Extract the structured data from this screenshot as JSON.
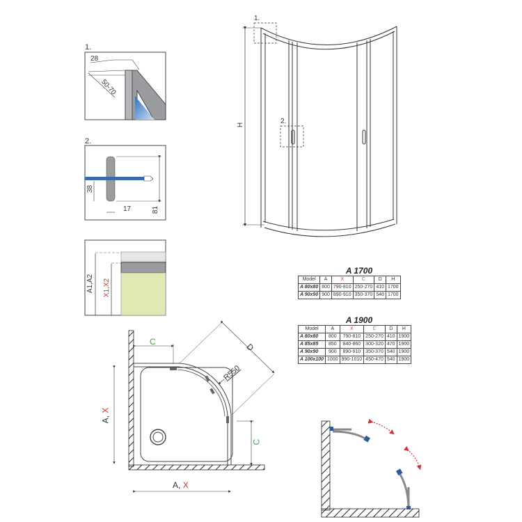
{
  "details": {
    "detail1": {
      "label": "1.",
      "dim_width": "28",
      "dim_range": "50-70"
    },
    "detail2": {
      "label": "2.",
      "dim_38": "38",
      "dim_17": "17",
      "dim_81": "81"
    },
    "detail3": {
      "label_a": "A1,A2",
      "label_x": "X1,X2"
    }
  },
  "front_view": {
    "height_label": "H",
    "callout_1": "1.",
    "callout_2": "2."
  },
  "plan_view": {
    "c_top": "C",
    "c_right": "C",
    "d_label": "D",
    "radius_label": "R550",
    "side_label_a": "A,",
    "side_label_x": "X",
    "bottom_label_a": "A,",
    "bottom_label_x": "X"
  },
  "tables": [
    {
      "title": "A 1700",
      "headers": [
        "Model",
        "A",
        "X",
        "C",
        "D",
        "H"
      ],
      "rows": [
        [
          "A 80x80",
          "800",
          "790-810",
          "250-270",
          "410",
          "1700"
        ],
        [
          "A 90x90",
          "900",
          "890-910",
          "350-370",
          "540",
          "1700"
        ]
      ]
    },
    {
      "title": "A 1900",
      "headers": [
        "Model",
        "A",
        "X",
        "C",
        "D",
        "H"
      ],
      "rows": [
        [
          "A 80x80",
          "800",
          "790-810",
          "250-270",
          "410",
          "1900"
        ],
        [
          "A 85x85",
          "850",
          "840-860",
          "300-320",
          "470",
          "1900"
        ],
        [
          "A 90x90",
          "900",
          "890-910",
          "350-370",
          "540",
          "1900"
        ],
        [
          "A 100x100",
          "1000",
          "990-1010",
          "450-470",
          "540",
          "1900"
        ]
      ]
    }
  ],
  "colors": {
    "x_red": "#d0333a",
    "c_green": "#4a9a4a",
    "tray_fill": "#e2e8b4",
    "glass_blue": "#3a7fc8",
    "hinge_blue": "#2e5a9a",
    "arrow_red": "#d0333a"
  }
}
